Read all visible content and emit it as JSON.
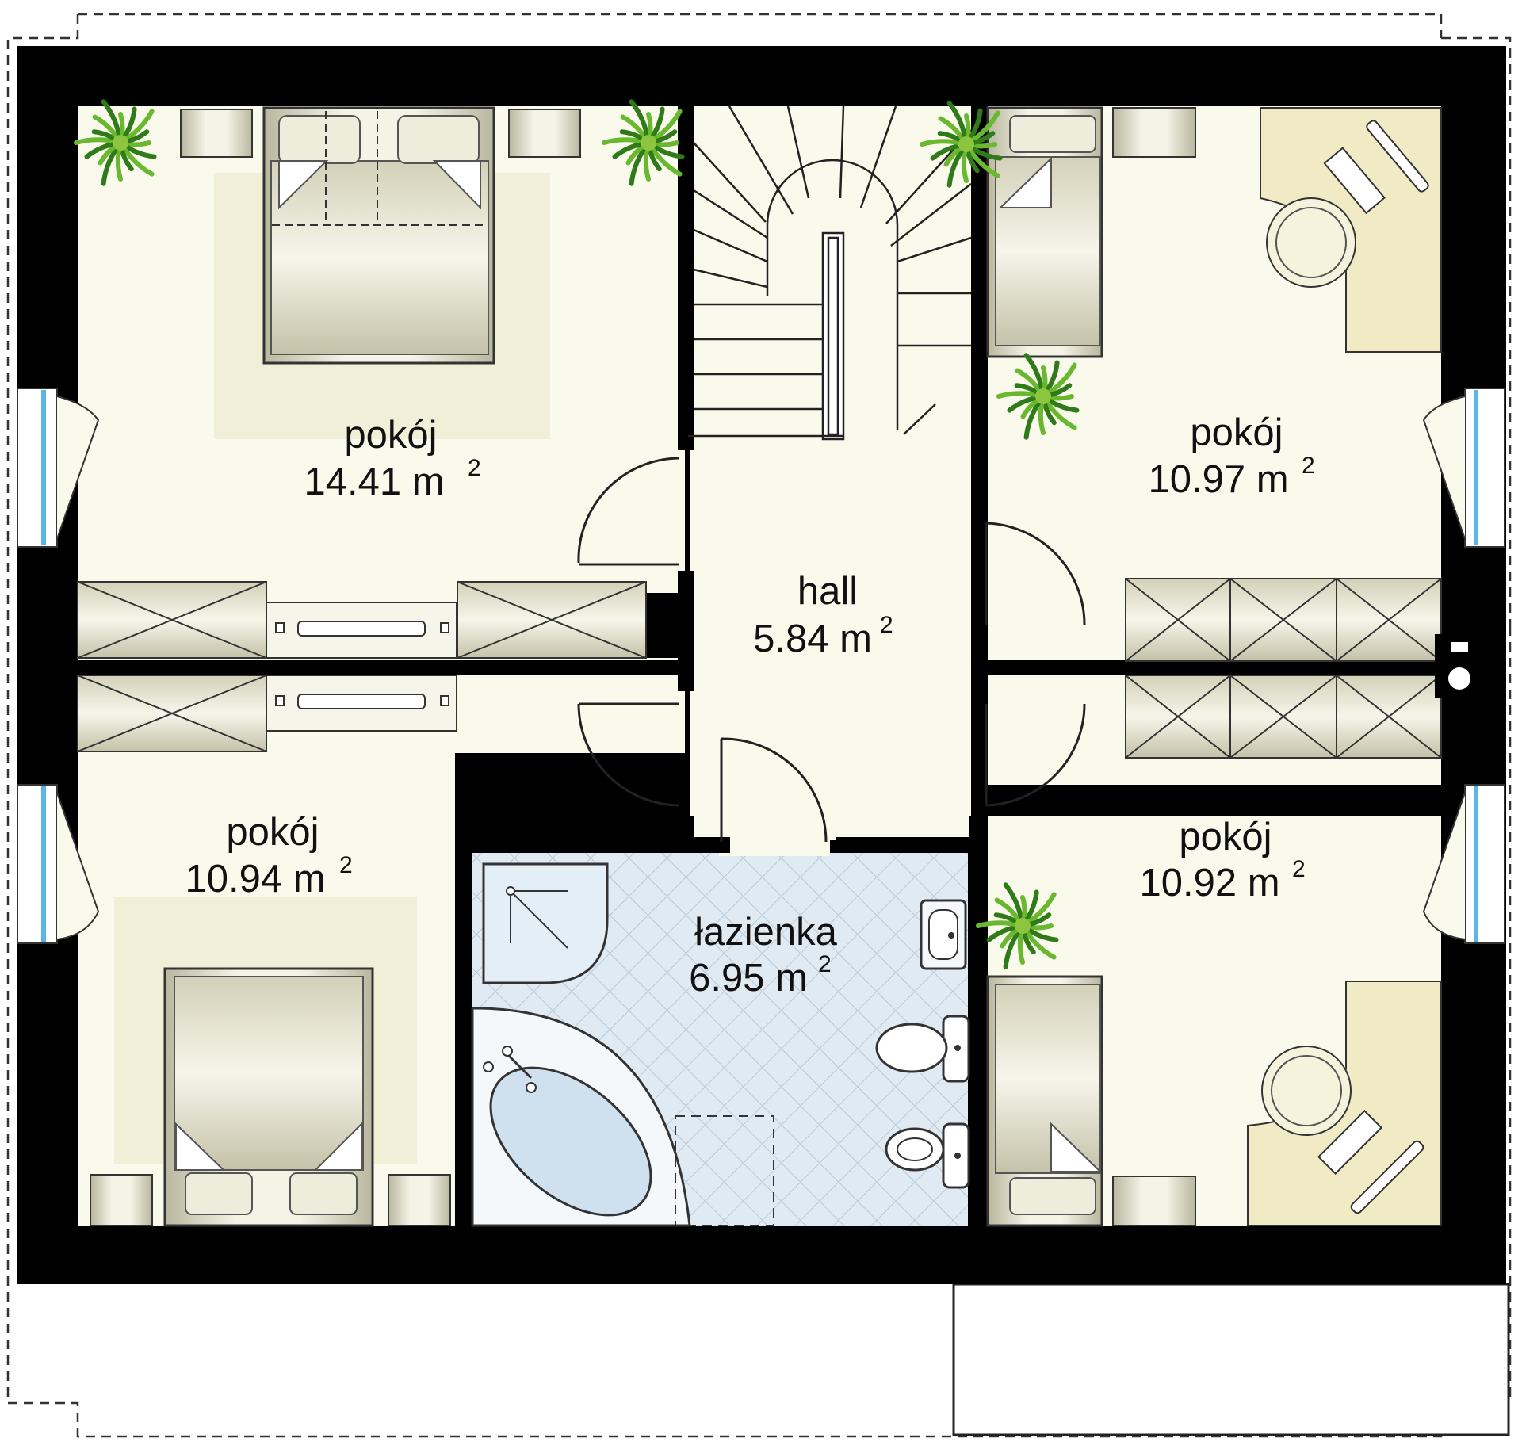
{
  "rooms": [
    {
      "id": "bedroom-nw",
      "name": "pokój",
      "area": "14.41 m",
      "sup": "2"
    },
    {
      "id": "bedroom-ne",
      "name": "pokój",
      "area": "10.97 m",
      "sup": "2"
    },
    {
      "id": "hall",
      "name": "hall",
      "area": "5.84 m",
      "sup": "2"
    },
    {
      "id": "bedroom-sw",
      "name": "pokój",
      "area": "10.94 m",
      "sup": "2"
    },
    {
      "id": "bathroom",
      "name": "łazienka",
      "area": "6.95 m",
      "sup": "2"
    },
    {
      "id": "bedroom-se",
      "name": "pokój",
      "area": "10.92 m",
      "sup": "2"
    }
  ],
  "colors": {
    "wall": "#000000",
    "floor": "#fafaec",
    "rug": "#f1efd8",
    "bathroom_floor": "#dfeaf3",
    "furniture": "#dddcc6",
    "furniture_shadow": "#a9a78d",
    "plant": "#4c9a28",
    "window_glass": "#5bb6e8",
    "outline": "#333333"
  }
}
